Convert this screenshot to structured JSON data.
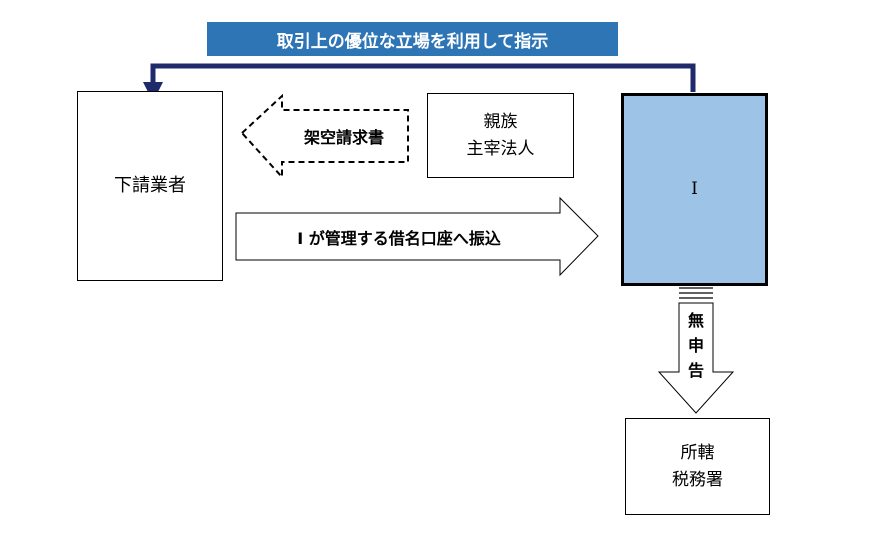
{
  "banner": {
    "text": "取引上の優位な立場を利用して指示",
    "bg": "#2e75b6",
    "fg": "#ffffff"
  },
  "nodes": {
    "subcontractor": {
      "label": "下請業者"
    },
    "relative_corp": {
      "line1": "親族",
      "line2": "主宰法人"
    },
    "person_i": {
      "label": "I",
      "fill": "#9dc3e6"
    },
    "tax_office": {
      "line1": "所轄",
      "line2": "税務署"
    }
  },
  "arrows": {
    "fake_invoice": {
      "label": "架空請求書"
    },
    "transfer": {
      "label": "I が管理する借名口座へ振込"
    },
    "no_filing": {
      "chars": [
        "無",
        "申",
        "告"
      ]
    }
  },
  "colors": {
    "instruction_line": "#1f2a6b"
  }
}
